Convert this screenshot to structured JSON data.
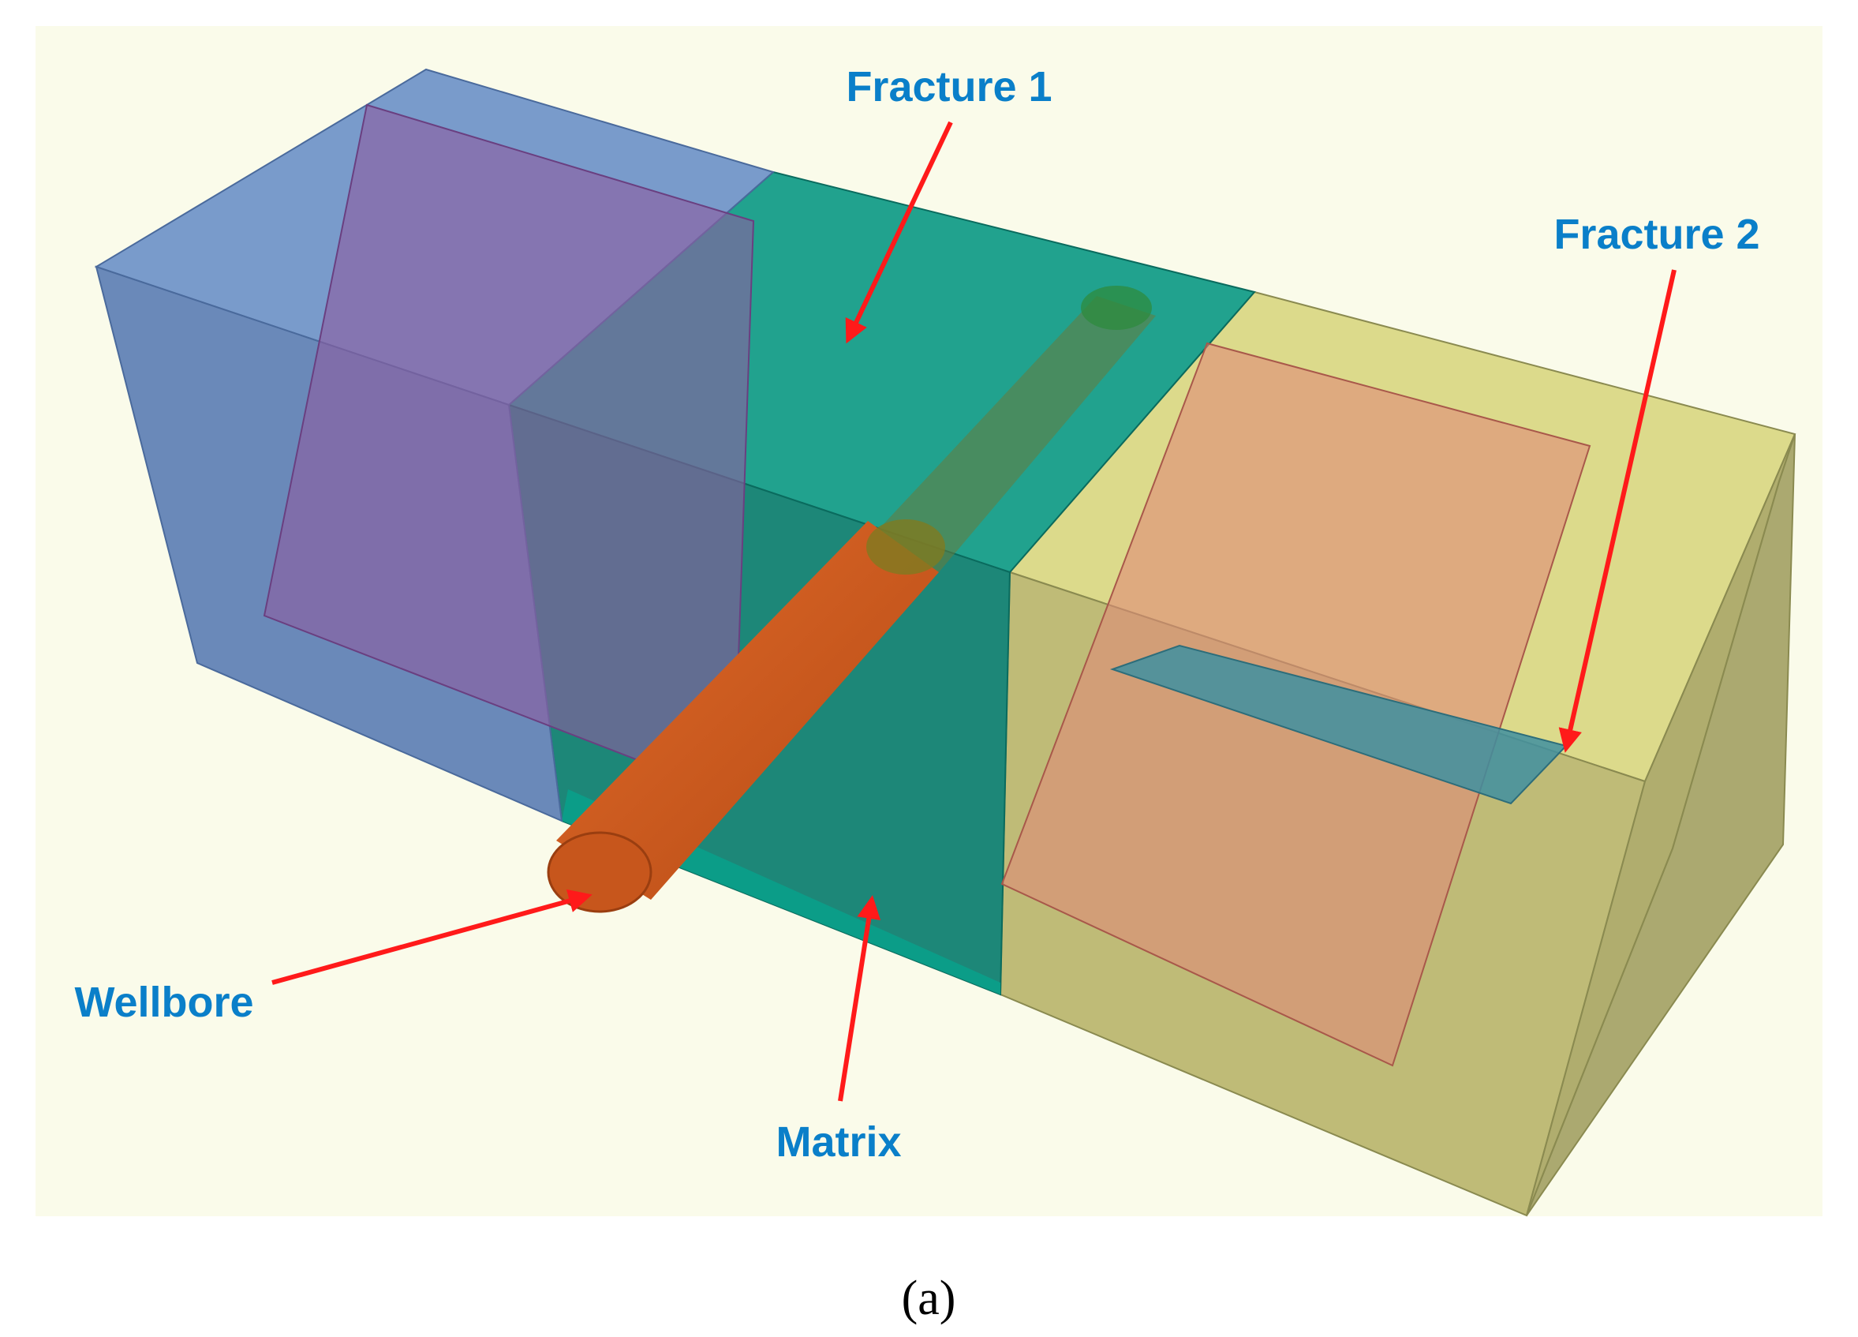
{
  "diagram": {
    "colors": {
      "background": "#fafbea",
      "label_text": "#0a7fc9",
      "arrow": "#ff1a1a",
      "left_block": "#6e92c8",
      "middle_block": "#0e9a86",
      "right_block": "#d6d47a",
      "left_fracture_plane": "#8d5ea1",
      "right_fracture_plane": "#e08a78",
      "small_fracture_plane": "#3f8fa0",
      "wellbore": "#d35a1c"
    },
    "labels": {
      "fracture1": "Fracture 1",
      "fracture2": "Fracture 2",
      "wellbore": "Wellbore",
      "matrix": "Matrix"
    },
    "components": [
      {
        "name": "left-matrix-block",
        "color_key": "left_block"
      },
      {
        "name": "middle-matrix-block",
        "color_key": "middle_block"
      },
      {
        "name": "right-matrix-block",
        "color_key": "right_block"
      },
      {
        "name": "fracture-1-plane",
        "color_key": "left_fracture_plane"
      },
      {
        "name": "fracture-plane-right",
        "color_key": "right_fracture_plane"
      },
      {
        "name": "fracture-2-plane",
        "color_key": "small_fracture_plane"
      },
      {
        "name": "wellbore-cylinder",
        "color_key": "wellbore"
      }
    ]
  },
  "caption": "(a)"
}
